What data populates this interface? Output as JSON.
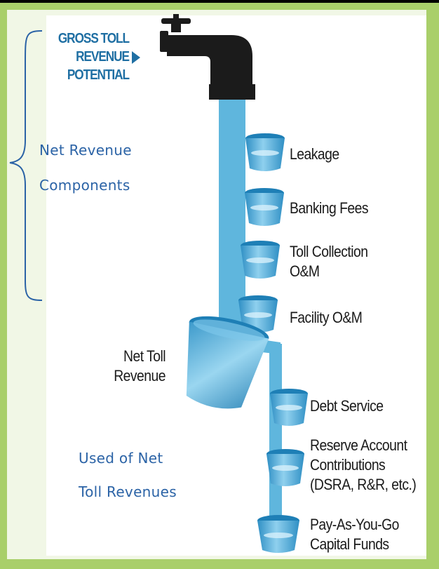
{
  "header": {
    "gross_line1": "GROSS TOLL",
    "gross_line2": "REVENUE",
    "gross_line3": "POTENTIAL"
  },
  "brace_top": {
    "label_line1": "Net Revenue",
    "label_line2": "Components"
  },
  "brace_bottom": {
    "label_line1": "Used of Net",
    "label_line2": "Toll Revenues"
  },
  "components": [
    {
      "label": "Leakage"
    },
    {
      "label": "Banking Fees"
    },
    {
      "label_line1": "Toll Collection",
      "label_line2": "O&M"
    },
    {
      "label": "Facility O&M"
    }
  ],
  "net_toll": {
    "label_line1": "Net Toll",
    "label_line2": "Revenue"
  },
  "uses": [
    {
      "label": "Debt Service"
    },
    {
      "label_line1": "Reserve Account",
      "label_line2": "Contributions",
      "label_line3": "(DSRA, R&R, etc.)"
    },
    {
      "label_line1": "Pay-As-You-Go",
      "label_line2": "Capital Funds"
    }
  ],
  "colors": {
    "frame_green": "#a9cf6a",
    "water_blue": "#5fb6dd",
    "faucet": "#1b1b1b",
    "title_blue": "#1f6fa3",
    "label_blue": "#2b63a6"
  }
}
